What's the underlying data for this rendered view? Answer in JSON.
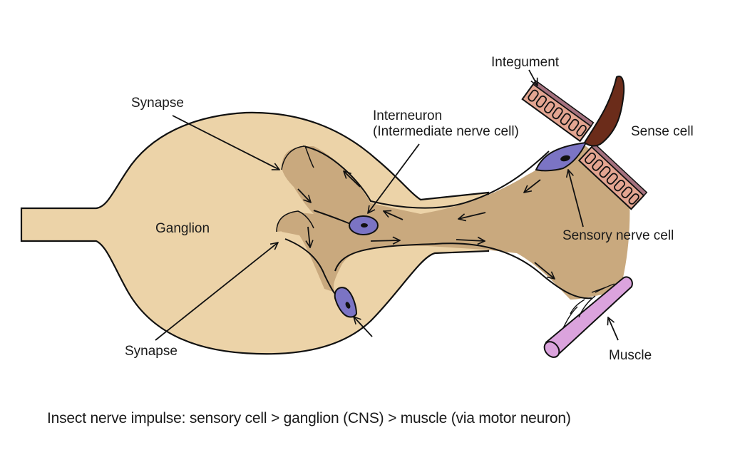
{
  "diagram": {
    "title": "Insect nerve impulse: sensory cell > ganglion (CNS) > muscle (via motor neuron)",
    "labels": {
      "synapse_top": "Synapse",
      "synapse_bottom": "Synapse",
      "ganglion": "Ganglion",
      "interneuron_line1": "Interneuron",
      "interneuron_line2": "(Intermediate nerve cell)",
      "integument": "Integument",
      "sense_cell": "Sense cell",
      "sensory_nerve_cell": "Sensory nerve cell",
      "muscle": "Muscle"
    },
    "colors": {
      "ganglion_fill": "#ecd3a8",
      "nerve_fill": "#c9a97e",
      "cell_body_fill": "#7b74c4",
      "integument_cells": "#e3a591",
      "integument_cuticle": "#a4717e",
      "sense_hair": "#6b2c1a",
      "muscle_fill": "#dba3dd",
      "outline": "#111111"
    },
    "flow": [
      "Sense cell",
      "Sensory nerve cell",
      "Ganglion",
      "Interneuron",
      "Motor neuron",
      "Muscle"
    ]
  }
}
